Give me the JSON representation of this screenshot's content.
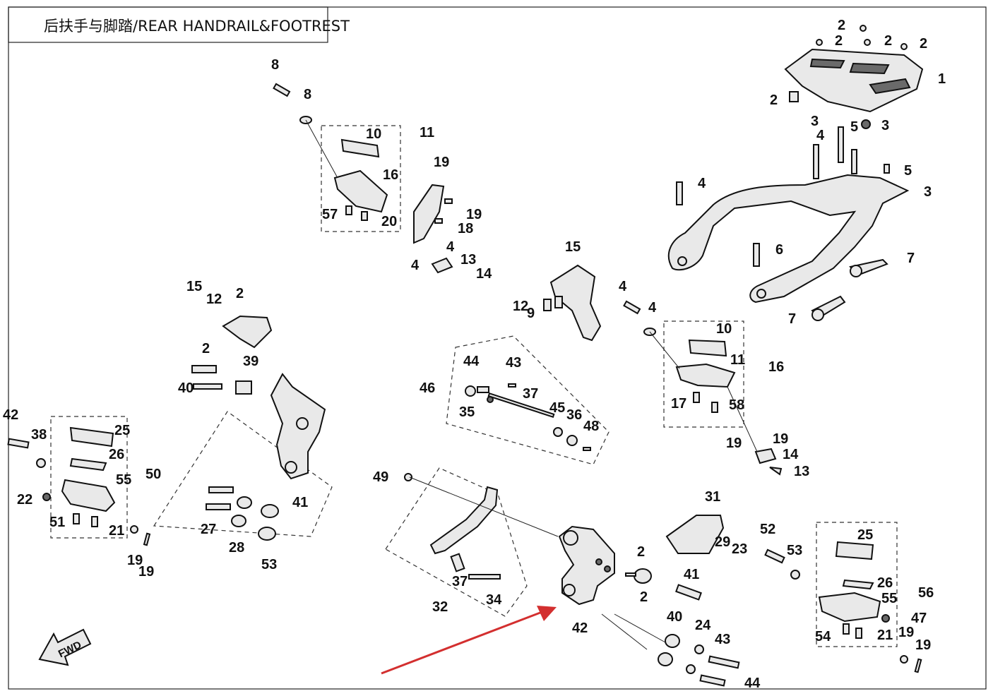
{
  "title": "后扶手与脚踏/REAR HANDRAIL&FOOTREST",
  "fwd_label": "FWD",
  "colors": {
    "line": "#111111",
    "fill": "#e9e9e9",
    "arrow": "#d32f2f"
  },
  "labels": [
    "1",
    "2",
    "2",
    "2",
    "2",
    "2",
    "3",
    "3",
    "4",
    "5",
    "5",
    "3",
    "4",
    "6",
    "7",
    "7",
    "8",
    "8",
    "10",
    "11",
    "16",
    "57",
    "20",
    "19",
    "19",
    "18",
    "4",
    "4",
    "13",
    "14",
    "15",
    "12",
    "9",
    "4",
    "4",
    "10",
    "11",
    "16",
    "17",
    "58",
    "19",
    "19",
    "14",
    "13",
    "15",
    "12",
    "2",
    "2",
    "39",
    "40",
    "41",
    "42",
    "38",
    "25",
    "26",
    "50",
    "55",
    "22",
    "51",
    "21",
    "19",
    "19",
    "27",
    "28",
    "53",
    "44",
    "43",
    "46",
    "37",
    "35",
    "45",
    "36",
    "48",
    "49",
    "37",
    "34",
    "32",
    "31",
    "29",
    "23",
    "2",
    "2",
    "41",
    "42",
    "40",
    "24",
    "43",
    "44",
    "52",
    "53",
    "25",
    "26",
    "56",
    "55",
    "47",
    "54",
    "21",
    "19",
    "19",
    "27",
    "28"
  ]
}
